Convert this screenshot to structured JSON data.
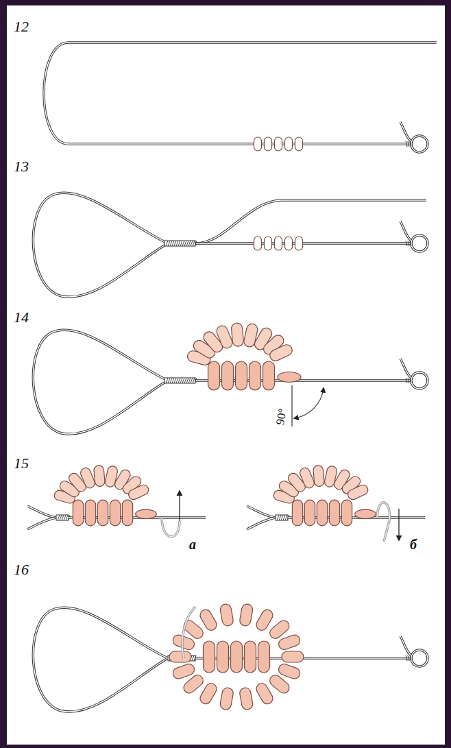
{
  "diagram": {
    "labels": [
      "12",
      "13",
      "14",
      "90°",
      "15",
      "а",
      "б",
      "16"
    ]
  }
}
